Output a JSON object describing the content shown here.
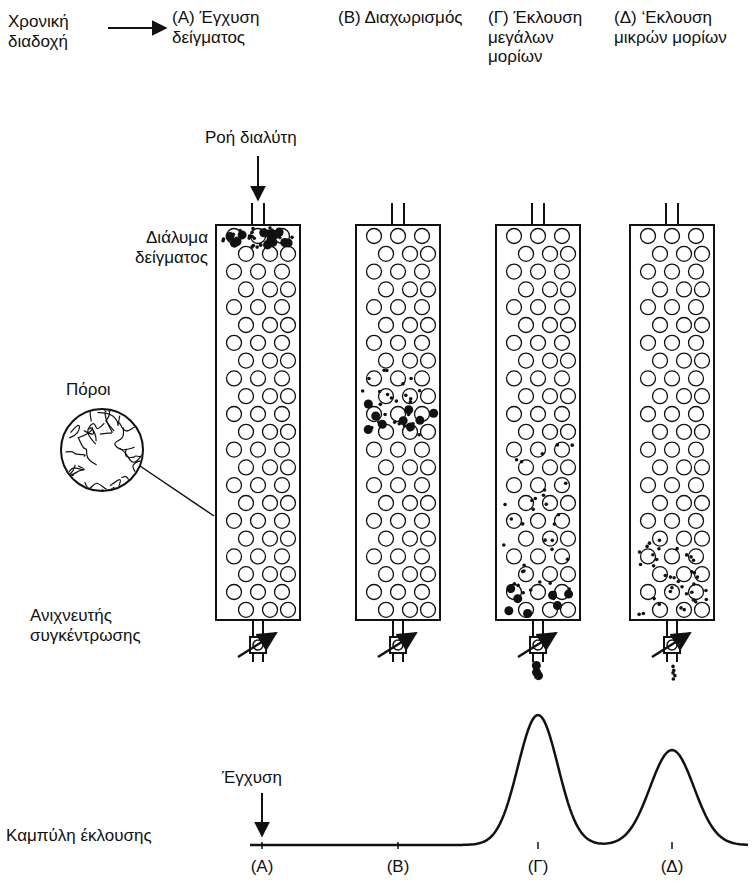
{
  "diagram": {
    "labels": [
      "Χρονική διαδοχή",
      "(Α) Έγχυση δείγματος",
      "(Β) Διαχωρισμός",
      "(Γ) Έκλουση μεγάλων μορίων",
      "(Δ) ‘Εκλουση μικρών μορίων",
      "Ροή διαλύτη",
      "Διάλυμα δείγματος",
      "Πόροι",
      "Ανιχνευτής συγκέντρωσης",
      "Έγχυση",
      "Καμπύλη έκλουσης",
      "(Α)",
      "(Β)",
      "(Γ)",
      "(Δ)"
    ]
  }
}
